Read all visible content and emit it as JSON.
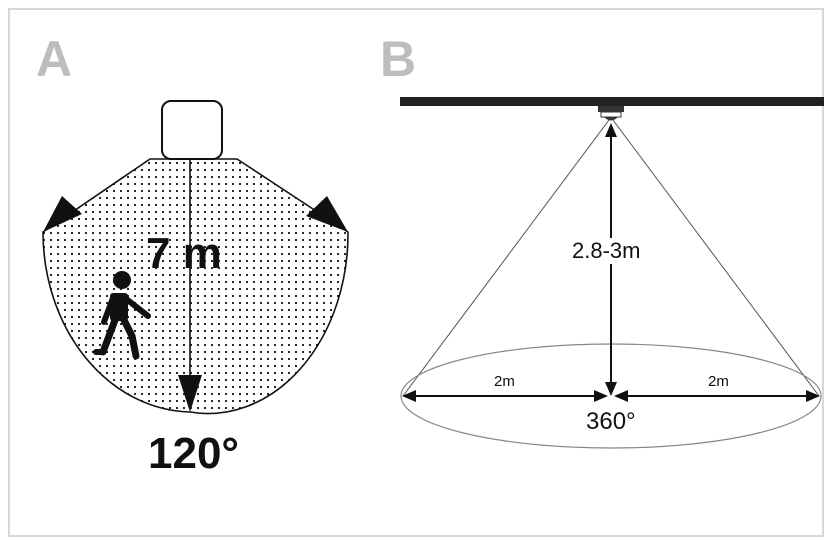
{
  "panel_a": {
    "label": "A",
    "distance": "7 m",
    "angle": "120°"
  },
  "panel_b": {
    "label": "B",
    "height": "2.8-3m",
    "radius_left": "2m",
    "radius_right": "2m",
    "angle": "360°"
  },
  "colors": {
    "frame": "#d8d8d8",
    "panel_label": "#bdbdbd",
    "ink": "#111111",
    "ceiling": "#222222"
  }
}
